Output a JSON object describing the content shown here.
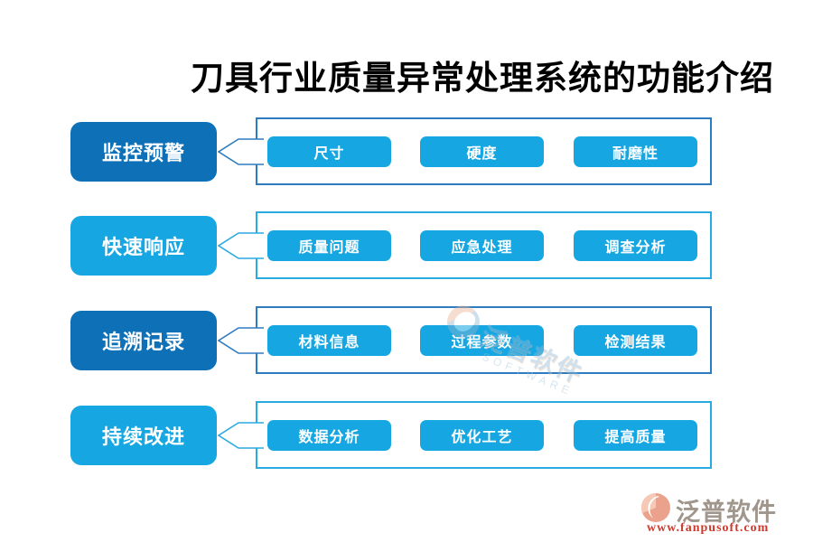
{
  "title": "刀具行业质量异常处理系统的功能介绍",
  "rows": [
    {
      "label": "监控预警",
      "theme": "dark",
      "items": [
        "尺寸",
        "硬度",
        "耐磨性"
      ]
    },
    {
      "label": "快速响应",
      "theme": "light",
      "items": [
        "质量问题",
        "应急处理",
        "调查分析"
      ]
    },
    {
      "label": "追溯记录",
      "theme": "dark",
      "items": [
        "材料信息",
        "过程参数",
        "检测结果"
      ]
    },
    {
      "label": "持续改进",
      "theme": "light",
      "items": [
        "数据分析",
        "优化工艺",
        "提高质量"
      ]
    }
  ],
  "watermark": {
    "brand": "泛普软件",
    "sub": "SOFTWARE"
  },
  "footer": {
    "brand": "泛普软件",
    "url": "www.fanpusoft.com"
  },
  "colors": {
    "stage_dark_blue": "#0e71b8",
    "stage_cyan": "#16a7e2",
    "panel_border_dark": "#2e7cc0",
    "panel_border_light": "#29abe2",
    "chip_cyan": "#16a7e2",
    "title_text": "#000000",
    "footer_brand_text": "#a0968c",
    "footer_url_text": "#cc3b2e",
    "footer_logo_salmon": "#eba28c"
  }
}
